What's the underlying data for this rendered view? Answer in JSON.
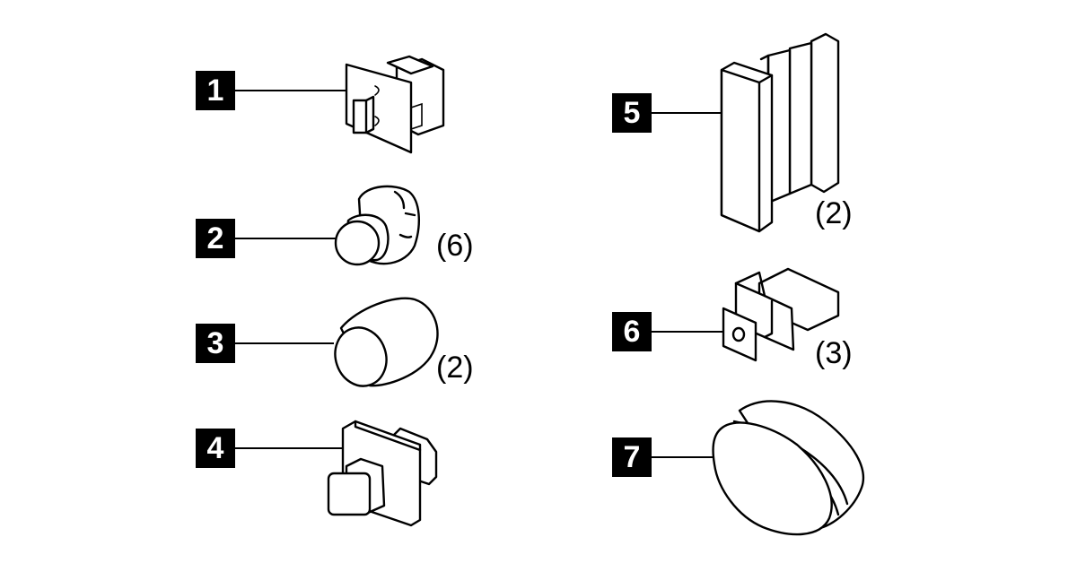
{
  "callouts": [
    {
      "number": "1",
      "quantity": ""
    },
    {
      "number": "2",
      "quantity": "(6)"
    },
    {
      "number": "3",
      "quantity": "(2)"
    },
    {
      "number": "4",
      "quantity": ""
    },
    {
      "number": "5",
      "quantity": "(2)"
    },
    {
      "number": "6",
      "quantity": "(3)"
    },
    {
      "number": "7",
      "quantity": ""
    }
  ],
  "colors": {
    "ink": "#000000",
    "background": "#ffffff"
  }
}
